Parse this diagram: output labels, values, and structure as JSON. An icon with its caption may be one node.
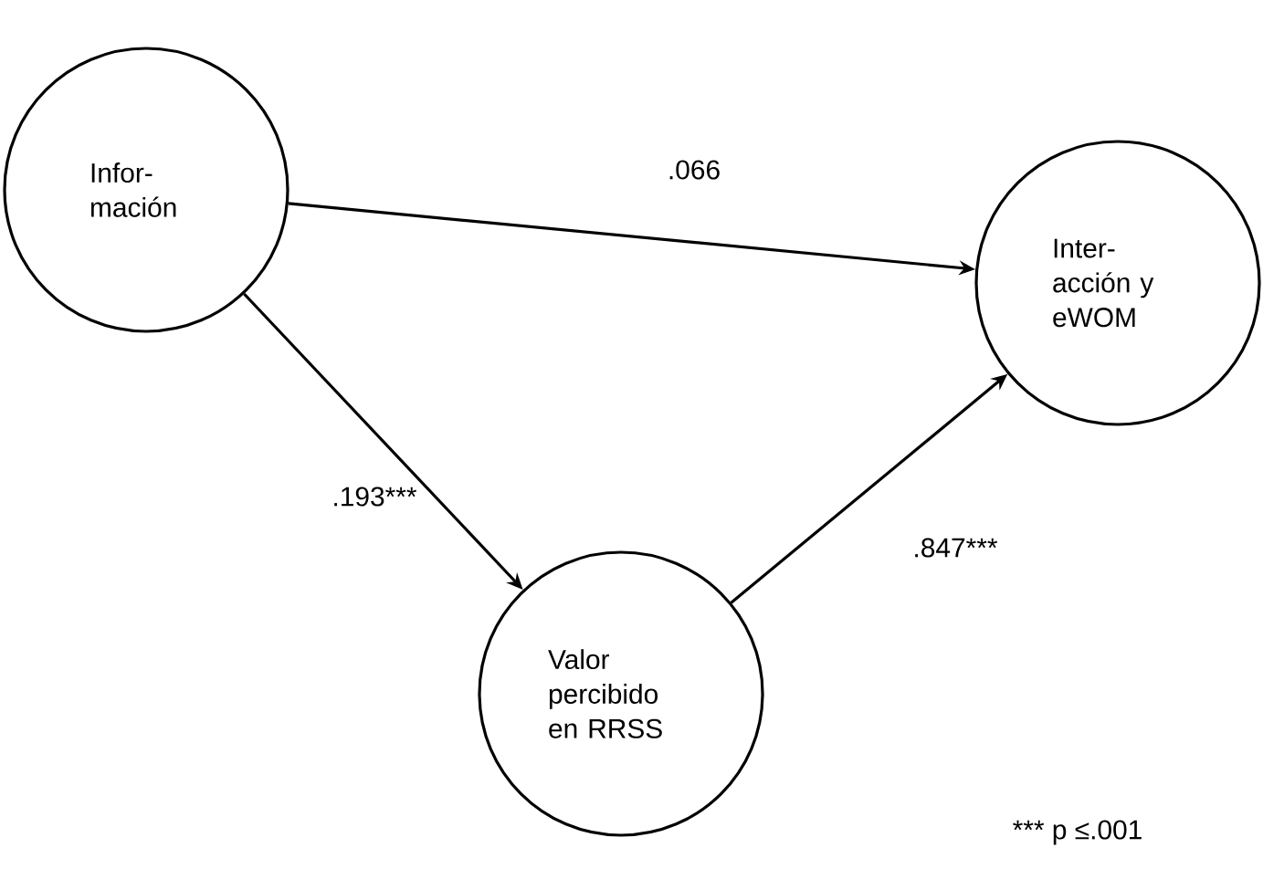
{
  "diagram": {
    "nodes": [
      {
        "text": [
          "Infor- mación"
        ]
      },
      {
        "text": [
          "Inter- acción y eWOM"
        ]
      },
      {
        "text": [
          "Valor percibido en RRSS"
        ]
      }
    ],
    "edges": [
      {
        "from": 0,
        "to": 1,
        "arrow": "to",
        "label": ".066"
      },
      {
        "from": 0,
        "to": 2,
        "arrow": "to",
        "label": ".193***"
      },
      {
        "from": 2,
        "to": 1,
        "arrow": "to",
        "label": ".847***"
      }
    ],
    "labels": [
      "*** p ≤.001"
    ]
  }
}
